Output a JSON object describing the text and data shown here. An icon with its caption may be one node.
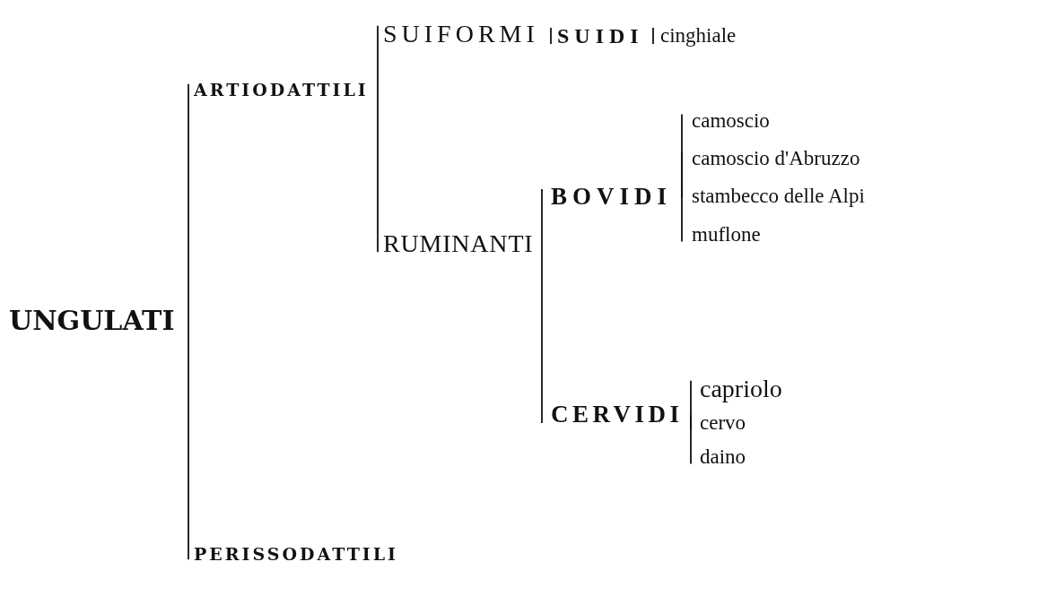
{
  "diagram": {
    "nodes": [
      {
        "text": [
          "UNGULATI"
        ]
      },
      {
        "text": [
          "ARTIODATTILI"
        ]
      },
      {
        "text": [
          "SUIFORMI"
        ]
      },
      {
        "text": [
          "SUIDI"
        ]
      },
      {
        "text": [
          "cinghiale"
        ]
      },
      {
        "text": [
          "RUMINANTI"
        ]
      },
      {
        "text": [
          "BOVIDI"
        ]
      },
      {
        "text": [
          "camoscio"
        ]
      },
      {
        "text": [
          "camoscio d'Abruzzo"
        ]
      },
      {
        "text": [
          "stambecco delle Alpi"
        ]
      },
      {
        "text": [
          "muflone"
        ]
      },
      {
        "text": [
          "CERVIDI"
        ]
      },
      {
        "text": [
          "capriolo"
        ]
      },
      {
        "text": [
          "cervo"
        ]
      },
      {
        "text": [
          "daino"
        ]
      },
      {
        "text": [
          "PERISSODATTILI"
        ]
      }
    ],
    "edges": [
      {
        "from": 0,
        "to": 1,
        "arrow": "none"
      },
      {
        "from": 0,
        "to": 15,
        "arrow": "none"
      },
      {
        "from": 1,
        "to": 2,
        "arrow": "none"
      },
      {
        "from": 1,
        "to": 5,
        "arrow": "none"
      },
      {
        "from": 2,
        "to": 3,
        "arrow": "none"
      },
      {
        "from": 3,
        "to": 4,
        "arrow": "none"
      },
      {
        "from": 5,
        "to": 6,
        "arrow": "none"
      },
      {
        "from": 5,
        "to": 11,
        "arrow": "none"
      },
      {
        "from": 6,
        "to": 7,
        "arrow": "none"
      },
      {
        "from": 6,
        "to": 8,
        "arrow": "none"
      },
      {
        "from": 6,
        "to": 9,
        "arrow": "none"
      },
      {
        "from": 6,
        "to": 10,
        "arrow": "none"
      },
      {
        "from": 11,
        "to": 12,
        "arrow": "none"
      },
      {
        "from": 11,
        "to": 13,
        "arrow": "none"
      },
      {
        "from": 11,
        "to": 14,
        "arrow": "none"
      }
    ]
  }
}
